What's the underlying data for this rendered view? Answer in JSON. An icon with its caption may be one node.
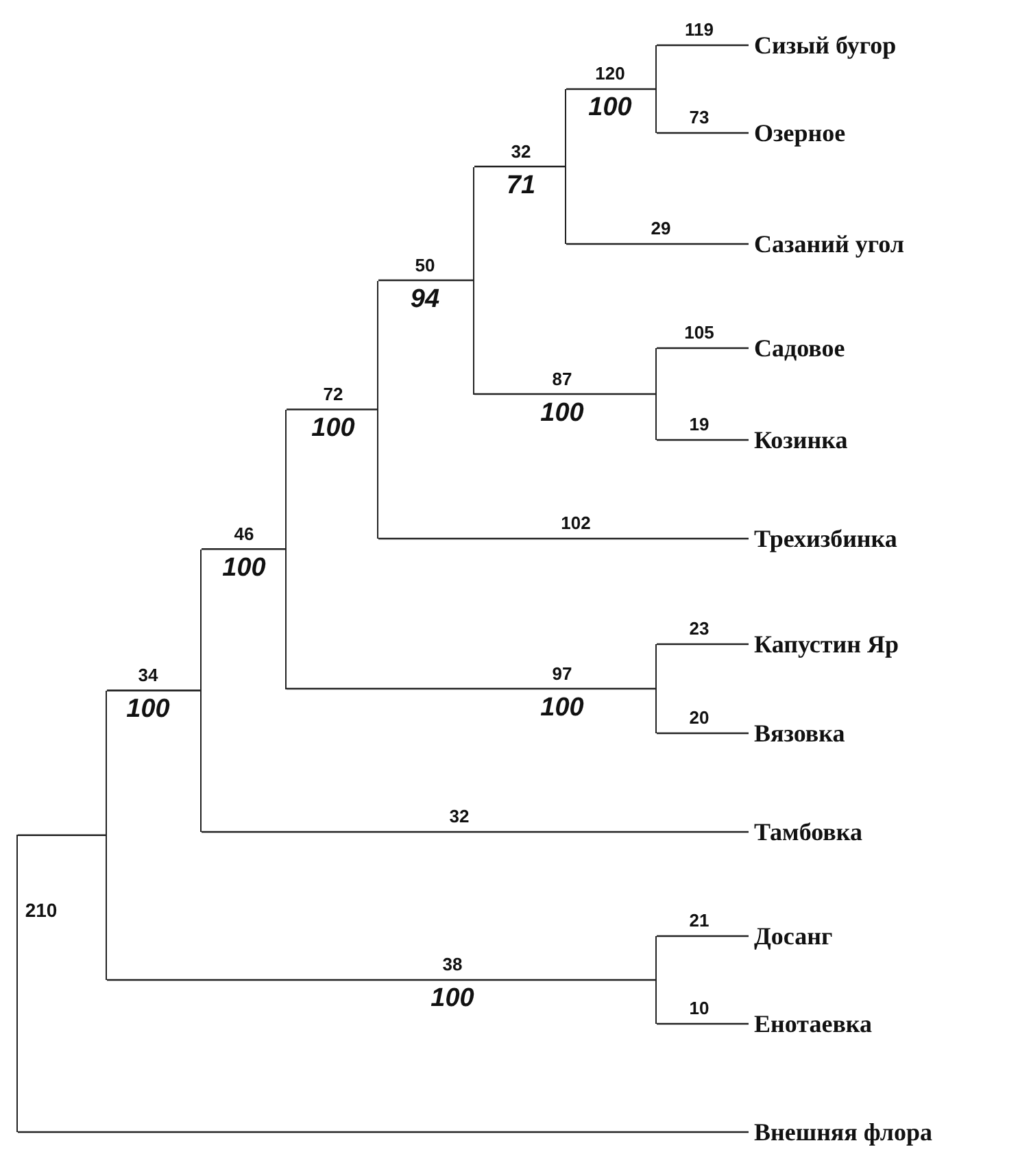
{
  "diagram": {
    "nodes": [
      {
        "text": [],
        "shape": "bar",
        "beside": [
          "210"
        ]
      },
      {
        "text": [],
        "shape": "bar"
      },
      {
        "text": [],
        "shape": "bar",
        "beside": [
          "100"
        ]
      },
      {
        "text": [],
        "shape": "bar",
        "beside": [
          "100"
        ]
      },
      {
        "text": [],
        "shape": "bar",
        "beside": [
          "100"
        ]
      },
      {
        "text": [],
        "shape": "bar",
        "beside": [
          "94"
        ]
      },
      {
        "text": [],
        "shape": "bar",
        "beside": [
          "71"
        ]
      },
      {
        "text": [],
        "shape": "bar",
        "beside": [
          "100"
        ]
      },
      {
        "text": [
          "Сизый бугор"
        ]
      },
      {
        "text": [
          "Озерное"
        ]
      },
      {
        "text": [
          "Сазаний угол"
        ]
      },
      {
        "text": [],
        "shape": "bar",
        "beside": [
          "100"
        ]
      },
      {
        "text": [
          "Садовое"
        ]
      },
      {
        "text": [
          "Козинка"
        ]
      },
      {
        "text": [
          "Трехизбинка"
        ]
      },
      {
        "text": [],
        "shape": "bar",
        "beside": [
          "100"
        ]
      },
      {
        "text": [
          "Капустин Яр"
        ]
      },
      {
        "text": [
          "Вязовка"
        ]
      },
      {
        "text": [
          "Тамбовка"
        ]
      },
      {
        "text": [],
        "shape": "bar"
      },
      {
        "text": [
          "Досанг"
        ]
      },
      {
        "text": [
          "Енотаевка"
        ]
      },
      {
        "text": [
          "Внешняя флора"
        ]
      }
    ],
    "edges": [
      {
        "from": 0,
        "to": 1,
        "arrow": "none"
      },
      {
        "from": 1,
        "to": 2,
        "arrow": "none",
        "label": "34"
      },
      {
        "from": 1,
        "to": 19,
        "arrow": "none",
        "label": "38"
      },
      {
        "from": 2,
        "to": 3,
        "arrow": "none",
        "label": "46"
      },
      {
        "from": 2,
        "to": 18,
        "arrow": "none",
        "label": "32"
      },
      {
        "from": 3,
        "to": 4,
        "arrow": "none",
        "label": "72"
      },
      {
        "from": 3,
        "to": 15,
        "arrow": "none",
        "label": "97"
      },
      {
        "from": 4,
        "to": 5,
        "arrow": "none",
        "label": "50"
      },
      {
        "from": 4,
        "to": 14,
        "arrow": "none",
        "label": "102"
      },
      {
        "from": 5,
        "to": 6,
        "arrow": "none",
        "label": "32"
      },
      {
        "from": 5,
        "to": 11,
        "arrow": "none",
        "label": "87"
      },
      {
        "from": 6,
        "to": 7,
        "arrow": "none",
        "label": "120"
      },
      {
        "from": 6,
        "to": 10,
        "arrow": "none",
        "label": "29"
      },
      {
        "from": 7,
        "to": 8,
        "arrow": "none",
        "label": "119"
      },
      {
        "from": 7,
        "to": 9,
        "arrow": "none",
        "label": "73"
      },
      {
        "from": 11,
        "to": 12,
        "arrow": "none",
        "label": "105"
      },
      {
        "from": 11,
        "to": 13,
        "arrow": "none",
        "label": "19"
      },
      {
        "from": 15,
        "to": 16,
        "arrow": "none",
        "label": "23"
      },
      {
        "from": 15,
        "to": 17,
        "arrow": "none",
        "label": "20"
      },
      {
        "from": 19,
        "to": 20,
        "arrow": "none",
        "label": "21"
      },
      {
        "from": 19,
        "to": 21,
        "arrow": "none",
        "label": "10"
      },
      {
        "from": 0,
        "to": 22,
        "arrow": "none"
      }
    ],
    "labels": [
      "100"
    ]
  }
}
